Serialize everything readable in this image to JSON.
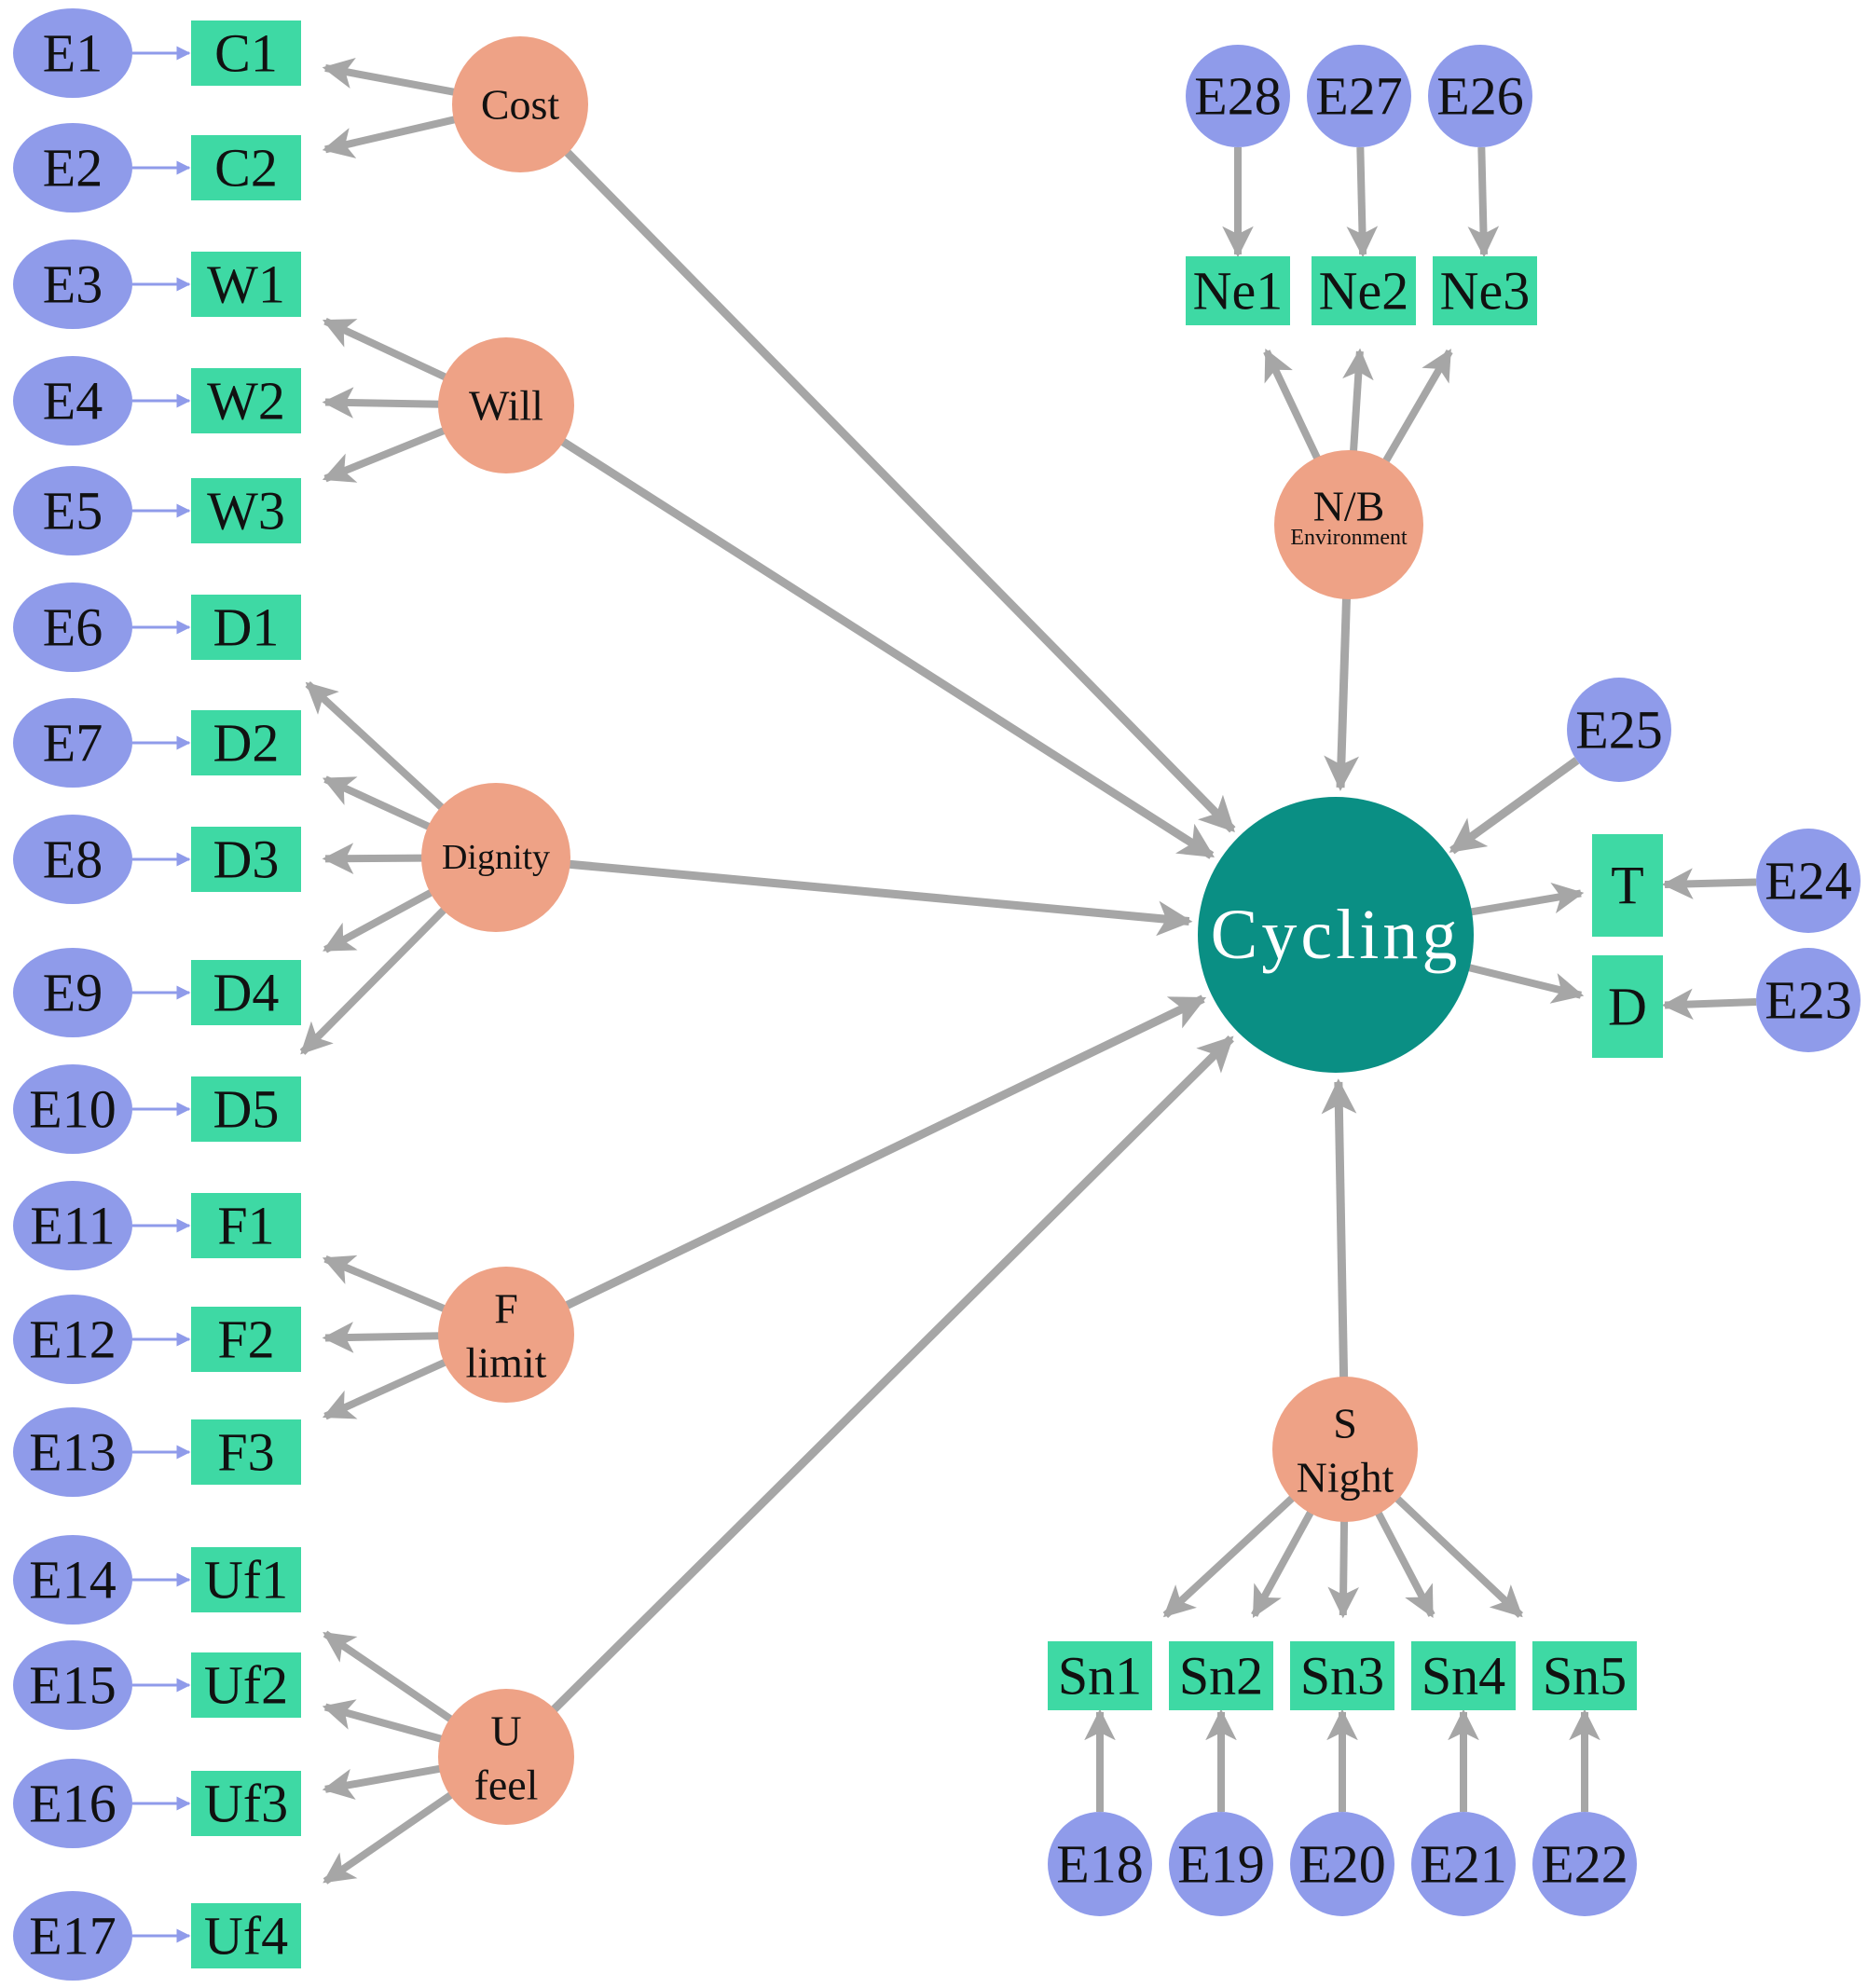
{
  "colors": {
    "error": "#8f9bea",
    "observed": "#3ed9a4",
    "latent": "#eea286",
    "outcome": "#0a8f84",
    "path": "#a6a6a6",
    "error_link": "#8f9bea"
  },
  "latents": [
    {
      "id": "cost",
      "lines": [
        "Cost"
      ]
    },
    {
      "id": "will",
      "lines": [
        "Will"
      ]
    },
    {
      "id": "dignity",
      "lines": [
        "Dignity"
      ]
    },
    {
      "id": "flimit",
      "lines": [
        "F",
        "limit"
      ]
    },
    {
      "id": "ufeel",
      "lines": [
        "U",
        "feel"
      ]
    },
    {
      "id": "nb",
      "lines": [
        "N/B"
      ],
      "sub": "Environment"
    },
    {
      "id": "snight",
      "lines": [
        "S",
        "Night"
      ]
    }
  ],
  "outcome": {
    "id": "cycling",
    "label": "Cycling"
  },
  "observed": [
    {
      "id": "C1",
      "label": "C1",
      "factor": "cost",
      "error": "E1"
    },
    {
      "id": "C2",
      "label": "C2",
      "factor": "cost",
      "error": "E2"
    },
    {
      "id": "W1",
      "label": "W1",
      "factor": "will",
      "error": "E3"
    },
    {
      "id": "W2",
      "label": "W2",
      "factor": "will",
      "error": "E4"
    },
    {
      "id": "W3",
      "label": "W3",
      "factor": "will",
      "error": "E5"
    },
    {
      "id": "D1",
      "label": "D1",
      "factor": "dignity",
      "error": "E6"
    },
    {
      "id": "D2",
      "label": "D2",
      "factor": "dignity",
      "error": "E7"
    },
    {
      "id": "D3",
      "label": "D3",
      "factor": "dignity",
      "error": "E8"
    },
    {
      "id": "D4",
      "label": "D4",
      "factor": "dignity",
      "error": "E9"
    },
    {
      "id": "D5",
      "label": "D5",
      "factor": "dignity",
      "error": "E10"
    },
    {
      "id": "F1",
      "label": "F1",
      "factor": "flimit",
      "error": "E11"
    },
    {
      "id": "F2",
      "label": "F2",
      "factor": "flimit",
      "error": "E12"
    },
    {
      "id": "F3",
      "label": "F3",
      "factor": "flimit",
      "error": "E13"
    },
    {
      "id": "Uf1",
      "label": "Uf1",
      "factor": "ufeel",
      "error": "E14"
    },
    {
      "id": "Uf2",
      "label": "Uf2",
      "factor": "ufeel",
      "error": "E15"
    },
    {
      "id": "Uf3",
      "label": "Uf3",
      "factor": "ufeel",
      "error": "E16"
    },
    {
      "id": "Uf4",
      "label": "Uf4",
      "factor": "ufeel",
      "error": "E17"
    },
    {
      "id": "Ne1",
      "label": "Ne1",
      "factor": "nb",
      "error": "E28"
    },
    {
      "id": "Ne2",
      "label": "Ne2",
      "factor": "nb",
      "error": "E27"
    },
    {
      "id": "Ne3",
      "label": "Ne3",
      "factor": "nb",
      "error": "E26"
    },
    {
      "id": "Sn1",
      "label": "Sn1",
      "factor": "snight",
      "error": "E18"
    },
    {
      "id": "Sn2",
      "label": "Sn2",
      "factor": "snight",
      "error": "E19"
    },
    {
      "id": "Sn3",
      "label": "Sn3",
      "factor": "snight",
      "error": "E20"
    },
    {
      "id": "Sn4",
      "label": "Sn4",
      "factor": "snight",
      "error": "E21"
    },
    {
      "id": "Sn5",
      "label": "Sn5",
      "factor": "snight",
      "error": "E22"
    },
    {
      "id": "T",
      "label": "T",
      "factor": "cycling",
      "error": "E24"
    },
    {
      "id": "D",
      "label": "D",
      "factor": "cycling",
      "error": "E23"
    }
  ],
  "errors": [
    "E1",
    "E2",
    "E3",
    "E4",
    "E5",
    "E6",
    "E7",
    "E8",
    "E9",
    "E10",
    "E11",
    "E12",
    "E13",
    "E14",
    "E15",
    "E16",
    "E17",
    "E18",
    "E19",
    "E20",
    "E21",
    "E22",
    "E23",
    "E24",
    "E25",
    "E26",
    "E27",
    "E28"
  ],
  "structural_paths": [
    {
      "from": "cost",
      "to": "cycling"
    },
    {
      "from": "will",
      "to": "cycling"
    },
    {
      "from": "dignity",
      "to": "cycling"
    },
    {
      "from": "flimit",
      "to": "cycling"
    },
    {
      "from": "ufeel",
      "to": "cycling"
    },
    {
      "from": "nb",
      "to": "cycling"
    },
    {
      "from": "snight",
      "to": "cycling"
    },
    {
      "from": "E25",
      "to": "cycling"
    }
  ]
}
